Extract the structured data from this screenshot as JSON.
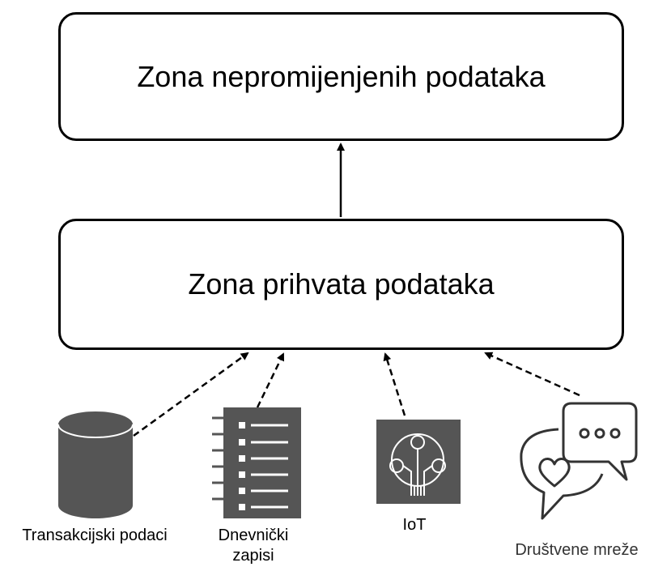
{
  "zones": {
    "top": "Zona nepromijenjenih podataka",
    "middle": "Zona prihvata podataka"
  },
  "sources": {
    "transactional": "Transakcijski podaci",
    "logs": "Dnevnički zapisi",
    "iot": "IoT",
    "social": "Društvene mreže"
  },
  "icons": {
    "transactional": "database-icon",
    "logs": "log-notebook-icon",
    "iot": "iot-icon",
    "social": "chat-bubbles-icon"
  },
  "colors": {
    "icon_fill": "#555555",
    "social_stroke": "#333333"
  }
}
